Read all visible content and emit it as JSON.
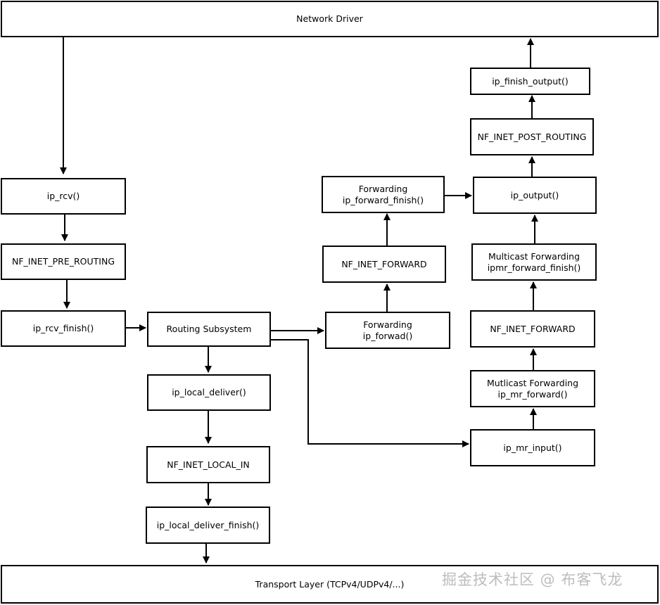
{
  "boxes": {
    "network_driver": "Network Driver",
    "ip_rcv": "ip_rcv()",
    "nf_pre_routing": "NF_INET_PRE_ROUTING",
    "ip_rcv_finish": "ip_rcv_finish()",
    "routing_subsystem": "Routing Subsystem",
    "ip_local_deliver": "ip_local_deliver()",
    "nf_local_in": "NF_INET_LOCAL_IN",
    "ip_local_deliver_finish": "ip_local_deliver_finish()",
    "transport_layer": "Transport Layer (TCPv4/UDPv4/...)",
    "forwarding_ip_forwad": [
      "Forwarding",
      "ip_forwad()"
    ],
    "nf_forward": "NF_INET_FORWARD",
    "forwarding_finish": [
      "Forwarding",
      "ip_forward_finish()"
    ],
    "ip_output": "ip_output()",
    "nf_post_routing": "NF_INET_POST_ROUTING",
    "ip_finish_output": "ip_finish_output()",
    "mcast_forward_finish": [
      "Multicast Forwarding",
      "ipmr_forward_finish()"
    ],
    "nf_forward_mcast": "NF_INET_FORWARD",
    "mcast_ip_mr_forward": [
      "Mutlicast Forwarding",
      "ip_mr_forward()"
    ],
    "ip_mr_input": "ip_mr_input()"
  },
  "watermark": "掘金技术社区 @ 布客飞龙"
}
